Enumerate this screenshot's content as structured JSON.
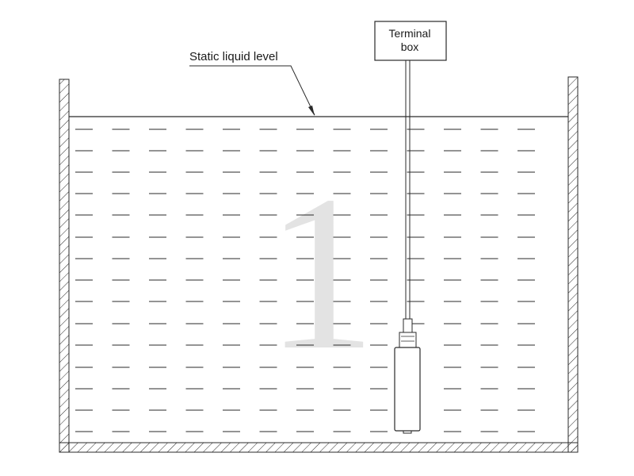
{
  "diagram": {
    "static_level_label": "Static liquid level",
    "terminal_box_label": [
      "Terminal",
      "box"
    ],
    "watermark_digit": "1"
  },
  "colors": {
    "line": "#2a2a2a",
    "watermark": "#e3e3e3",
    "background": "#ffffff"
  }
}
